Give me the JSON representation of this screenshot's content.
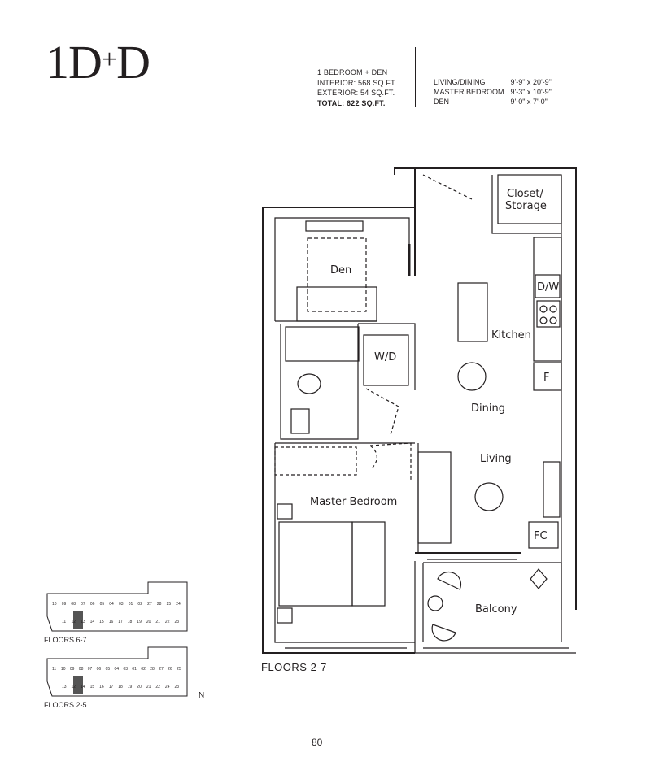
{
  "unit": {
    "name_a": "1D",
    "plus": "+",
    "name_b": "D"
  },
  "summary": {
    "type": "1 BEDROOM + DEN",
    "interior": "INTERIOR: 568 SQ.FT.",
    "exterior": "EXTERIOR: 54 SQ.FT.",
    "total": "TOTAL: 622 SQ.FT."
  },
  "dimensions": [
    {
      "room": "LIVING/DINING",
      "size": "9'-9\" x 20'-9\""
    },
    {
      "room": "MASTER BEDROOM",
      "size": "9'-3\" x 10'-9\""
    },
    {
      "room": "DEN",
      "size": "9'-0\" x 7'-0\""
    }
  ],
  "rooms": {
    "closet": "Closet/",
    "storage": "Storage",
    "den": "Den",
    "dw": "D/W",
    "kitchen": "Kitchen",
    "wd": "W/D",
    "f": "F",
    "dining": "Dining",
    "living": "Living",
    "master": "Master Bedroom",
    "fc": "FC",
    "balcony": "Balcony"
  },
  "plan_label": "FLOORS 2-7",
  "keyplans": [
    {
      "label": "FLOORS 6-7",
      "top_units": [
        "10",
        "09",
        "08",
        "07",
        "06",
        "05",
        "04",
        "03",
        "01",
        "02",
        "27",
        "28",
        "25",
        "24"
      ],
      "bottom_units": [
        "11",
        "12",
        "13",
        "14",
        "15",
        "16",
        "17",
        "18",
        "19",
        "20",
        "21",
        "22",
        "23"
      ]
    },
    {
      "label": "FLOORS 2-5",
      "top_units": [
        "11",
        "10",
        "09",
        "08",
        "07",
        "06",
        "05",
        "04",
        "03",
        "01",
        "02",
        "28",
        "27",
        "26",
        "25"
      ],
      "bottom_units": [
        "13",
        "12",
        "14",
        "15",
        "16",
        "17",
        "18",
        "19",
        "20",
        "21",
        "22",
        "24",
        "23"
      ]
    }
  ],
  "north_label": "N",
  "page_number": "80"
}
